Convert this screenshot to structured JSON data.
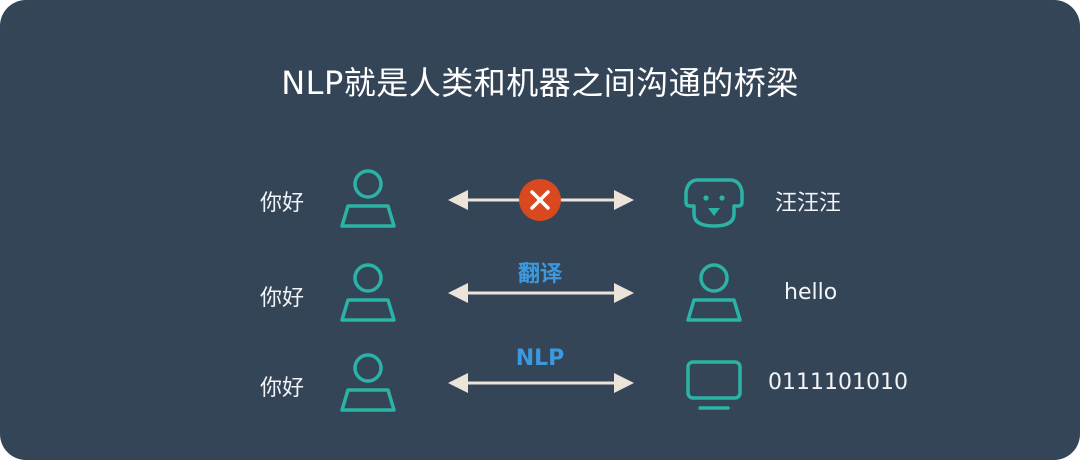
{
  "title": "NLP就是人类和机器之间沟通的桥梁",
  "rows": [
    {
      "left_text": "你好",
      "arrow_label": "",
      "right_text": "汪汪汪",
      "right_icon": "dog-icon",
      "blocked": true
    },
    {
      "left_text": "你好",
      "arrow_label": "翻译",
      "right_text": "hello",
      "right_icon": "person-icon",
      "blocked": false
    },
    {
      "left_text": "你好",
      "arrow_label": "NLP",
      "right_text": "0111101010",
      "right_icon": "monitor-icon",
      "blocked": false
    }
  ],
  "colors": {
    "background": "#344558",
    "icon": "#2bb3a6",
    "arrow": "#ece4d9",
    "label_accent": "#3c98df",
    "block_badge": "#d9481e"
  }
}
